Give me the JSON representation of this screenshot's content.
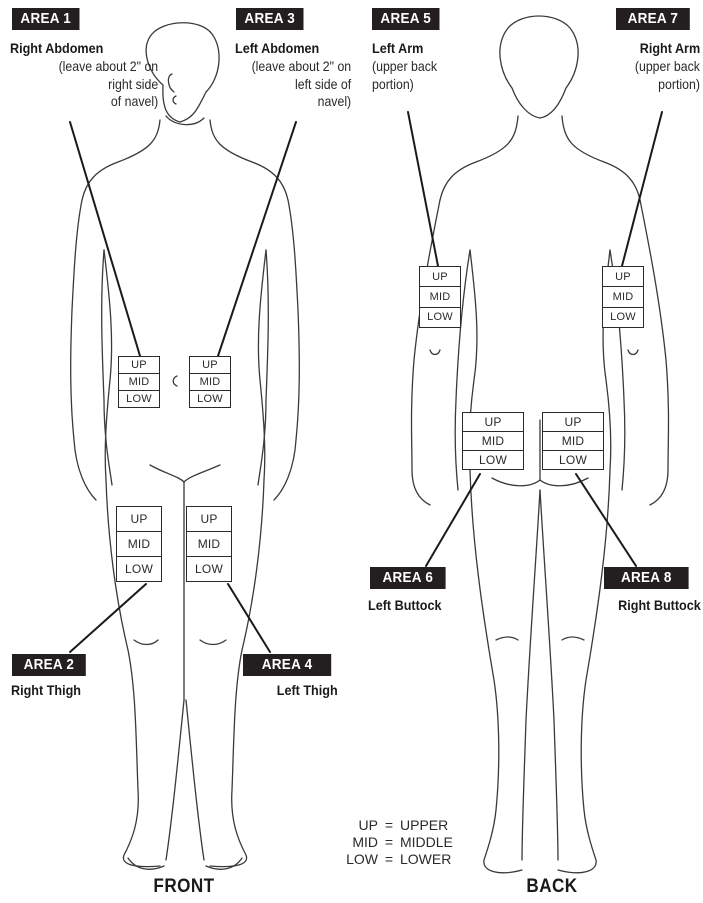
{
  "views": {
    "front": "FRONT",
    "back": "BACK"
  },
  "zone_rows": [
    "UP",
    "MID",
    "LOW"
  ],
  "legend": [
    {
      "abbr": "UP",
      "eq": "=",
      "full": "UPPER"
    },
    {
      "abbr": "MID",
      "eq": "=",
      "full": "MIDDLE"
    },
    {
      "abbr": "LOW",
      "eq": "=",
      "full": "LOWER"
    }
  ],
  "areas": {
    "area1": {
      "tag": "AREA 1",
      "title": "Right Abdomen",
      "note": "(leave about 2\" on\nright side\nof navel)"
    },
    "area2": {
      "tag": "AREA 2",
      "title": "Right Thigh"
    },
    "area3": {
      "tag": "AREA 3",
      "title": "Left Abdomen",
      "note": "(leave about 2\" on\nleft side of\nnavel)"
    },
    "area4": {
      "tag": "AREA 4",
      "title": "Left Thigh"
    },
    "area5": {
      "tag": "AREA 5",
      "title": "Left Arm",
      "note": "(upper back\nportion)"
    },
    "area6": {
      "tag": "AREA 6",
      "title": "Left Buttock"
    },
    "area7": {
      "tag": "AREA 7",
      "title": "Right Arm",
      "note": "(upper back\nportion)"
    },
    "area8": {
      "tag": "AREA 8",
      "title": "Right Buttock"
    }
  },
  "colors": {
    "tag_background": "#231f20",
    "tag_text": "#ffffff",
    "line": "#1a1a1a"
  }
}
